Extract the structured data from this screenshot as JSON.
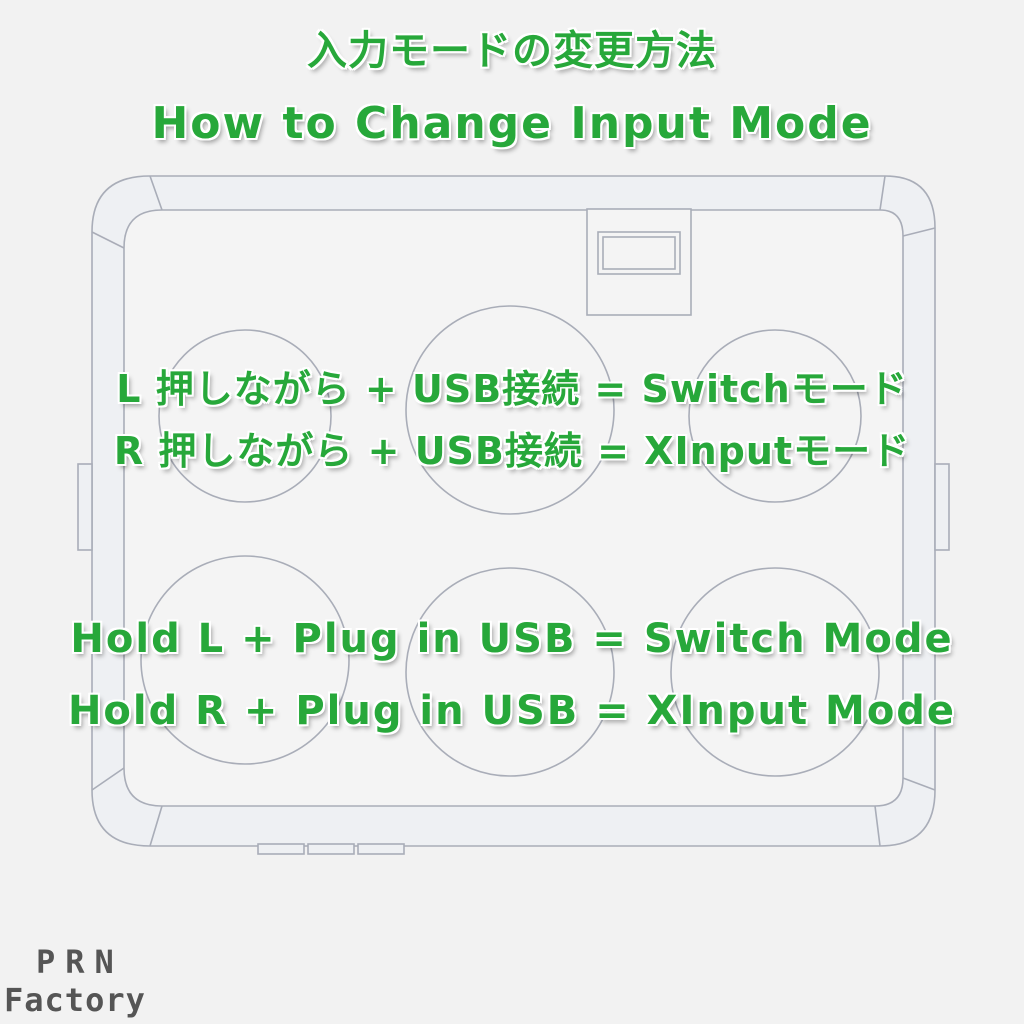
{
  "title_ja": "入力モードの変更方法",
  "title_en": "How to Change Input Mode",
  "instructions_ja": {
    "switch": "L 押しながら + USB接続 = Switchモード",
    "xinput": "R 押しながら + USB接続 = XInputモード"
  },
  "instructions_en": {
    "switch": "Hold L + Plug in USB = Switch Mode",
    "xinput": "Hold R + Plug in USB = XInput Mode"
  },
  "logo": {
    "line1": "PRN",
    "line2": "Factory"
  },
  "colors": {
    "text_green": "#27a83a",
    "background": "#f2f2f2",
    "outline": "#a9adb8"
  }
}
